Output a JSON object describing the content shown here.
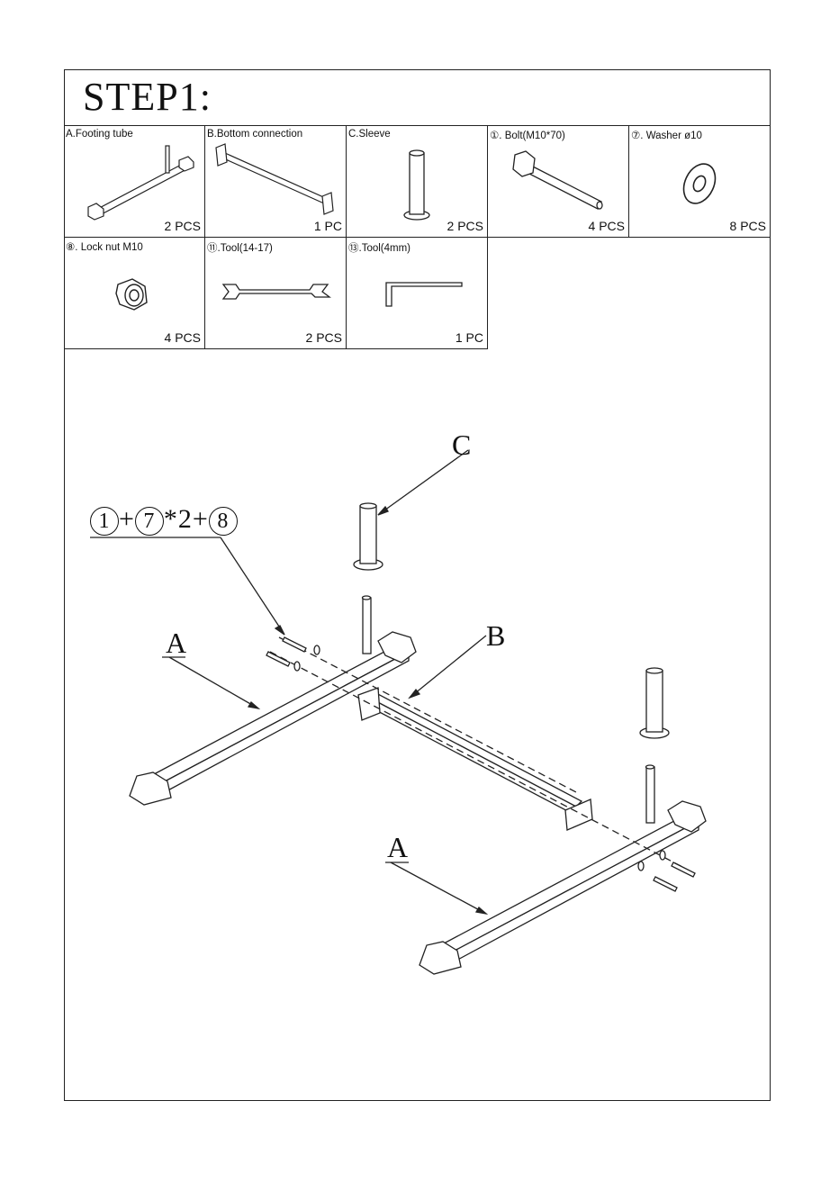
{
  "step": {
    "title": "STEP1:"
  },
  "parts": [
    {
      "label": "A.Footing tube",
      "qty": "2 PCS",
      "icon": "footing-tube-icon"
    },
    {
      "label": "B.Bottom connection",
      "qty": "1 PC",
      "icon": "bottom-connection-icon"
    },
    {
      "label": "C.Sleeve",
      "qty": "2 PCS",
      "icon": "sleeve-icon"
    },
    {
      "label": "①. Bolt(M10*70)",
      "qty": "4 PCS",
      "icon": "bolt-icon"
    },
    {
      "label": "⑦. Washer ø10",
      "qty": "8 PCS",
      "icon": "washer-icon"
    },
    {
      "label": "⑧. Lock nut M10",
      "qty": "4 PCS",
      "icon": "lock-nut-icon"
    },
    {
      "label": "⑪.Tool(14-17)",
      "qty": "2 PCS",
      "icon": "wrench-icon"
    },
    {
      "label": "⑬.Tool(4mm)",
      "qty": "1 PC",
      "icon": "hex-key-icon"
    }
  ],
  "diagram": {
    "formula": {
      "part1": "1",
      "plus1": "+",
      "part2": "7",
      "times": "*2+",
      "part3": "8"
    },
    "callouts": {
      "sleeve": "C",
      "bottom_connection": "B",
      "footing_tube_left": "A",
      "footing_tube_right": "A"
    }
  }
}
